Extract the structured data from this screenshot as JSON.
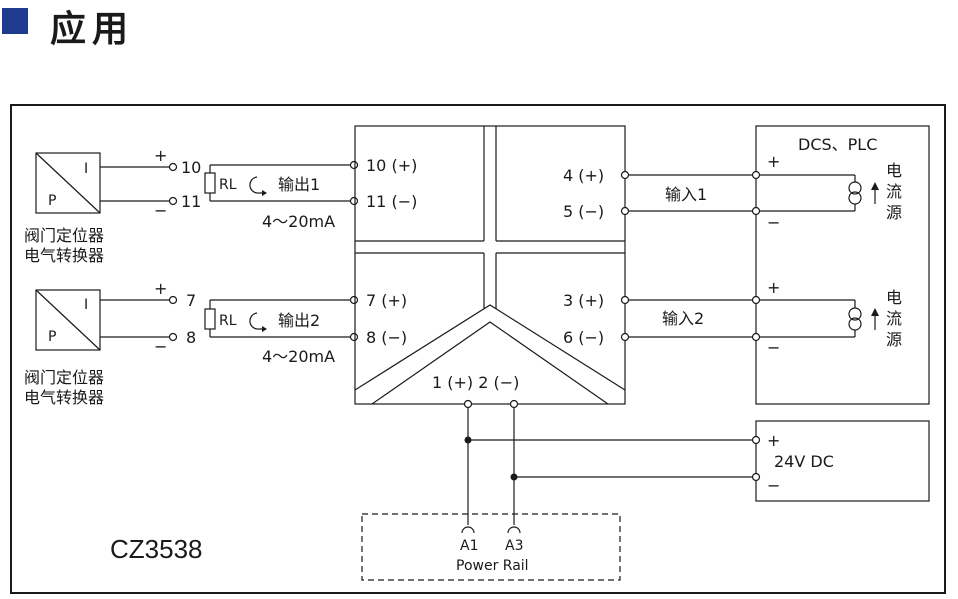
{
  "title": "应用",
  "model": "CZ3538",
  "colors": {
    "accent": "#1f3b8f",
    "line": "#1a1a1a"
  },
  "field_device_1": {
    "label_i": "I",
    "label_p": "P",
    "name_line1": "阀门定位器",
    "name_line2": "电气转换器",
    "plus": "+",
    "minus": "−",
    "term_a": "10",
    "term_b": "11"
  },
  "field_device_2": {
    "label_i": "I",
    "label_p": "P",
    "name_line1": "阀门定位器",
    "name_line2": "电气转换器",
    "plus": "+",
    "minus": "−",
    "term_a": "7",
    "term_b": "8"
  },
  "load_1": {
    "rl": "RL",
    "output": "输出1",
    "range": "4～20mA"
  },
  "load_2": {
    "rl": "RL",
    "output": "输出2",
    "range": "4～20mA"
  },
  "isolator": {
    "out1_pos": "10 (+)",
    "out1_neg": "11 (−)",
    "out2_pos": "7 (+)",
    "out2_neg": "8 (−)",
    "in1_pos": "4 (+)",
    "in1_neg": "5 (−)",
    "in2_pos": "3 (+)",
    "in2_neg": "6 (−)",
    "power": "1 (+) 2 (−)"
  },
  "input_1": {
    "label": "输入1"
  },
  "input_2": {
    "label": "输入2"
  },
  "dcs": {
    "title": "DCS、PLC",
    "plus": "+",
    "minus": "−",
    "source_1": [
      "电",
      "流",
      "源"
    ],
    "source_2": [
      "电",
      "流",
      "源"
    ]
  },
  "power_supply": {
    "plus": "+",
    "label": "24V  DC",
    "minus": "−"
  },
  "power_rail": {
    "a1": "A1",
    "a3": "A3",
    "label": "Power Rail"
  }
}
